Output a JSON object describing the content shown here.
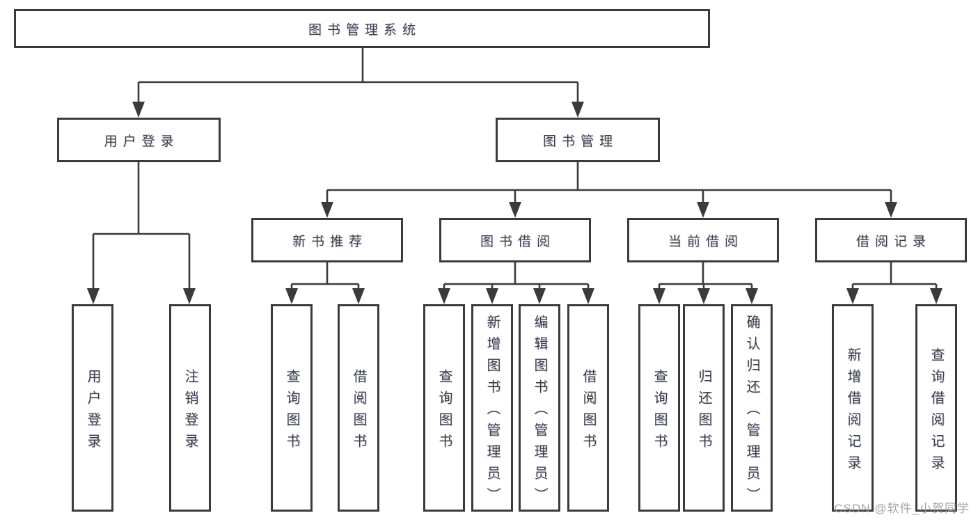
{
  "colors": {
    "bg": "#ffffff",
    "box_fill": "#ffffff",
    "line": "#3b3b3b",
    "text": "#3e3e42",
    "watermark": "#98989c"
  },
  "watermark": "CSDN @软件_小贺同学",
  "tree": {
    "label": "图书管理系统",
    "children": [
      {
        "label": "用户登录",
        "children": [
          {
            "label": "用户登录"
          },
          {
            "label": "注销登录"
          }
        ]
      },
      {
        "label": "图书管理",
        "children": [
          {
            "label": "新书推荐",
            "children": [
              {
                "label": "查询图书"
              },
              {
                "label": "借阅图书"
              }
            ]
          },
          {
            "label": "图书借阅",
            "children": [
              {
                "label": "查询图书"
              },
              {
                "label": "新增图书（管理员）"
              },
              {
                "label": "编辑图书（管理员）"
              },
              {
                "label": "借阅图书"
              }
            ]
          },
          {
            "label": "当前借阅",
            "children": [
              {
                "label": "查询图书"
              },
              {
                "label": "归还图书"
              },
              {
                "label": "确认归还（管理员）"
              }
            ]
          },
          {
            "label": "借阅记录",
            "children": [
              {
                "label": "新增借阅记录"
              },
              {
                "label": "查询借阅记录"
              }
            ]
          }
        ]
      }
    ]
  }
}
